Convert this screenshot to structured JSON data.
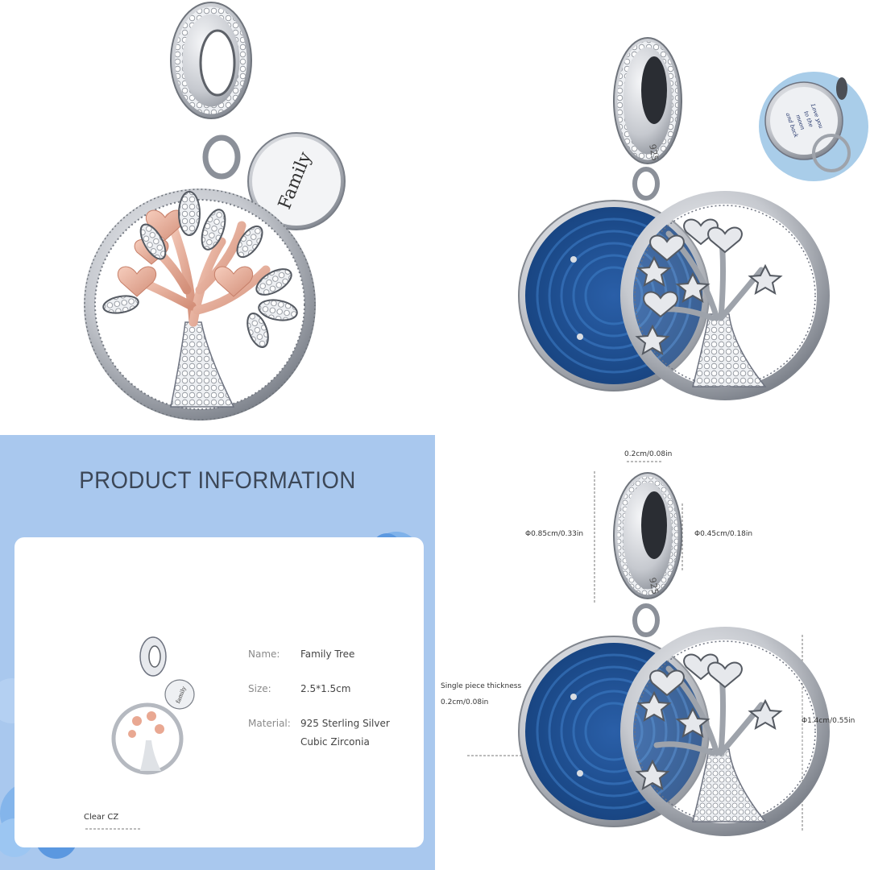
{
  "tl": {
    "family_engraving": "Family"
  },
  "tr": {
    "hallmark": "925",
    "inset_engraving": [
      "Love you",
      "to the",
      "moon",
      "and back"
    ]
  },
  "bl": {
    "title": "PRODUCT INFORMATION",
    "callout": "Clear CZ",
    "specs": [
      {
        "label": "Name:",
        "value": "Family Tree"
      },
      {
        "label": "Size:",
        "value": "2.5*1.5cm"
      },
      {
        "label": "Material:",
        "value": "925 Sterling Silver",
        "value2": "Cubic Zirconia"
      }
    ]
  },
  "br": {
    "dims": {
      "top_width": "0.2cm/0.08in",
      "outer_diameter": "Φ0.85cm/0.33in",
      "inner_diameter": "Φ0.45cm/0.18in",
      "thickness_label": "Single piece thickness",
      "thickness_value": "0.2cm/0.08in",
      "disc_diameter": "Φ1.4cm/0.55in"
    },
    "hallmark": "925"
  },
  "colors": {
    "silver": "#c9ccd2",
    "silver_dark": "#7d828b",
    "rose_gold": "#e8ad98",
    "enamel_blue": "#1f4f92",
    "panel_blue": "#a9c8ee"
  }
}
